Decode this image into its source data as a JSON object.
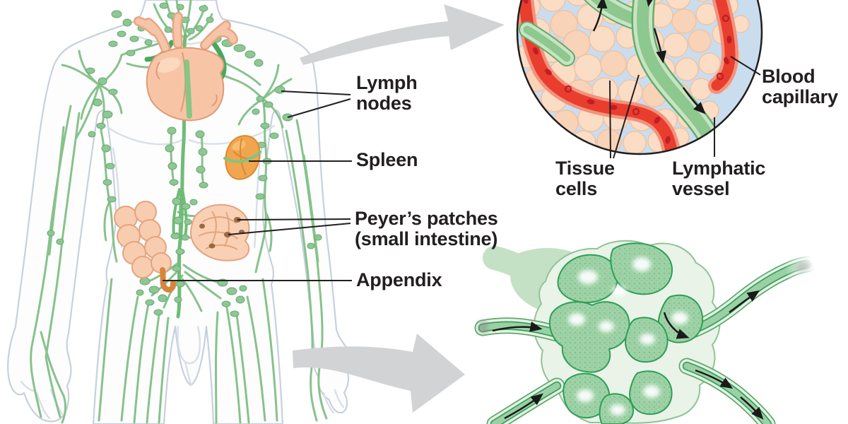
{
  "labels": {
    "lymph_nodes": "Lymph nodes",
    "spleen": "Spleen",
    "peyers_patches": "Peyer’s patches (small intestine)",
    "appendix": "Appendix",
    "tissue_cells": "Tissue cells",
    "lymphatic_vessel": "Lymphatic vessel",
    "blood_capillary": "Blood capillary"
  },
  "icons": {
    "zoom_arrow_top": "curved-gray-zoom-arrow",
    "zoom_arrow_bottom": "curved-gray-zoom-arrow",
    "flow_arrows": "black-directional-flow-arrows"
  },
  "colors": {
    "label_text": "#231F20",
    "leader_line": "#231F20",
    "body_outline": "#C7D1DC",
    "body_fill": "#FDFDFE",
    "lymph_vessel_green": "#87C28C",
    "lymph_node_green": "#8FC794",
    "deep_duct_green": "#46A95F",
    "heart_peach": "#F7C5A6",
    "organ_outline": "#E09A78",
    "spleen_orange": "#F0A64E",
    "intestine_peach": "#F9D0B4",
    "peyers_spot_brown": "#9A6A43",
    "appendix_orange": "#D8853C",
    "zoom_arrow_gray": "#D2D3D4",
    "inset_background_blue": "#C9DDEF",
    "tissue_cell_peach": "#FBDDC5",
    "capillary_red": "#E93D2E",
    "capillary_edge_salmon": "#F2937D",
    "red_blood_cell": "#C21D24",
    "inset_lymph_green": "#8DC88E",
    "node_lobe_green": "#9ED2A6",
    "node_capsule_pale": "#E9F3E7",
    "node_outline_green": "#2E9E57",
    "flow_arrow_black": "#1A1A1A"
  }
}
